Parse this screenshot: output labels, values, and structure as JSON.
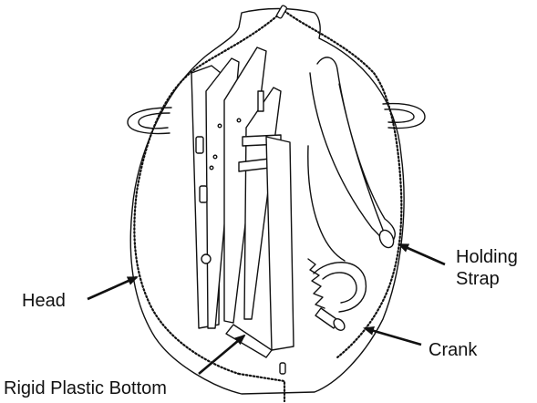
{
  "labels": {
    "head": "Head",
    "holding_strap_line1": "Holding",
    "holding_strap_line2": "Strap",
    "crank": "Crank",
    "rigid_bottom": "Rigid Plastic Bottom"
  },
  "colors": {
    "ink": "#111111",
    "background": "#ffffff"
  }
}
